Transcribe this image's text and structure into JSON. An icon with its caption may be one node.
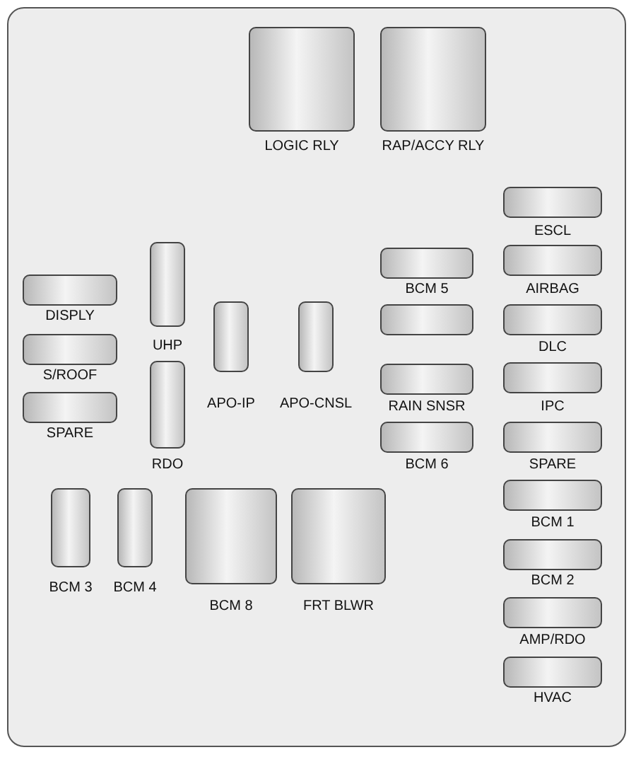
{
  "diagram": {
    "nodes": [
      {
        "text": [],
        "shape": "box"
      },
      {
        "text": [
          "LOGIC RLY"
        ],
        "in": 0
      },
      {
        "text": [
          "RAP/ACCY RLY"
        ],
        "in": 0
      },
      {
        "text": [
          "ESCL"
        ],
        "in": 0
      },
      {
        "text": [
          "BCM 5"
        ],
        "in": 0
      },
      {
        "text": [
          "AIRBAG"
        ],
        "in": 0
      },
      {
        "text": [
          "UHP"
        ],
        "in": 0
      },
      {
        "text": [
          "DISPLY"
        ],
        "in": 0
      },
      {
        "text": [
          "APO-IP"
        ],
        "in": 0
      },
      {
        "text": [
          "APO-CNSL"
        ],
        "in": 0
      },
      {
        "text": [],
        "shape": "box",
        "in": 0
      },
      {
        "text": [
          "DLC"
        ],
        "in": 0
      },
      {
        "text": [
          "S/ROOF"
        ],
        "in": 0
      },
      {
        "text": [
          "RAIN SNSR"
        ],
        "in": 0
      },
      {
        "text": [
          "IPC"
        ],
        "in": 0
      },
      {
        "text": [
          "SPARE"
        ],
        "in": 0
      },
      {
        "text": [
          "RDO"
        ],
        "in": 0
      },
      {
        "text": [
          "BCM 6"
        ],
        "in": 0
      },
      {
        "text": [
          "SPARE"
        ],
        "in": 0
      },
      {
        "text": [
          "BCM 1"
        ],
        "in": 0
      },
      {
        "text": [
          "BCM 3"
        ],
        "in": 0
      },
      {
        "text": [
          "BCM 4"
        ],
        "in": 0
      },
      {
        "text": [
          "BCM 8"
        ],
        "in": 0
      },
      {
        "text": [
          "FRT BLWR"
        ],
        "in": 0
      },
      {
        "text": [
          "BCM 2"
        ],
        "in": 0
      },
      {
        "text": [
          "AMP/RDO"
        ],
        "in": 0
      },
      {
        "text": [
          "HVAC"
        ],
        "in": 0
      }
    ]
  }
}
